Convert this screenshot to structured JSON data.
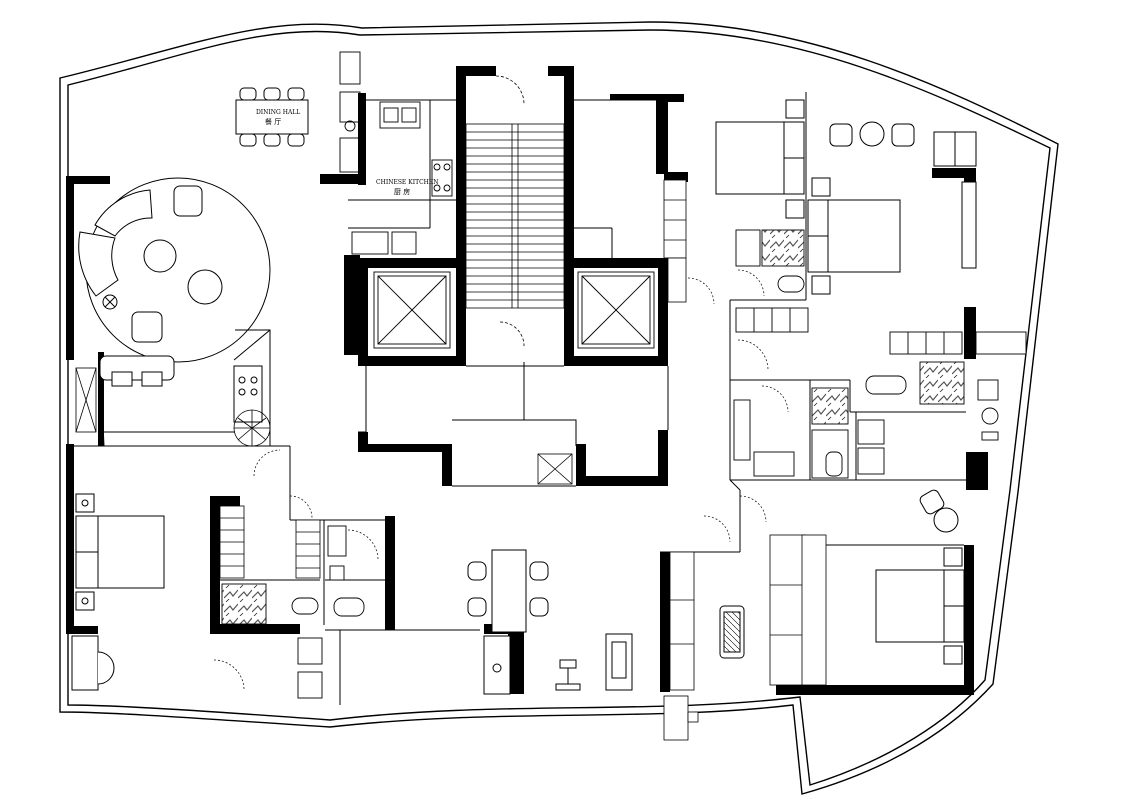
{
  "plan": {
    "labels": {
      "dining_en": "DINING HALL",
      "dining_zh": "餐 厅",
      "kitchen_en": "CHINESE KITCHEN",
      "kitchen_zh": "厨 房"
    },
    "colors": {
      "wall": "#000000",
      "line": "#000000",
      "marble": "#6b6b6b",
      "background": "#ffffff"
    }
  }
}
